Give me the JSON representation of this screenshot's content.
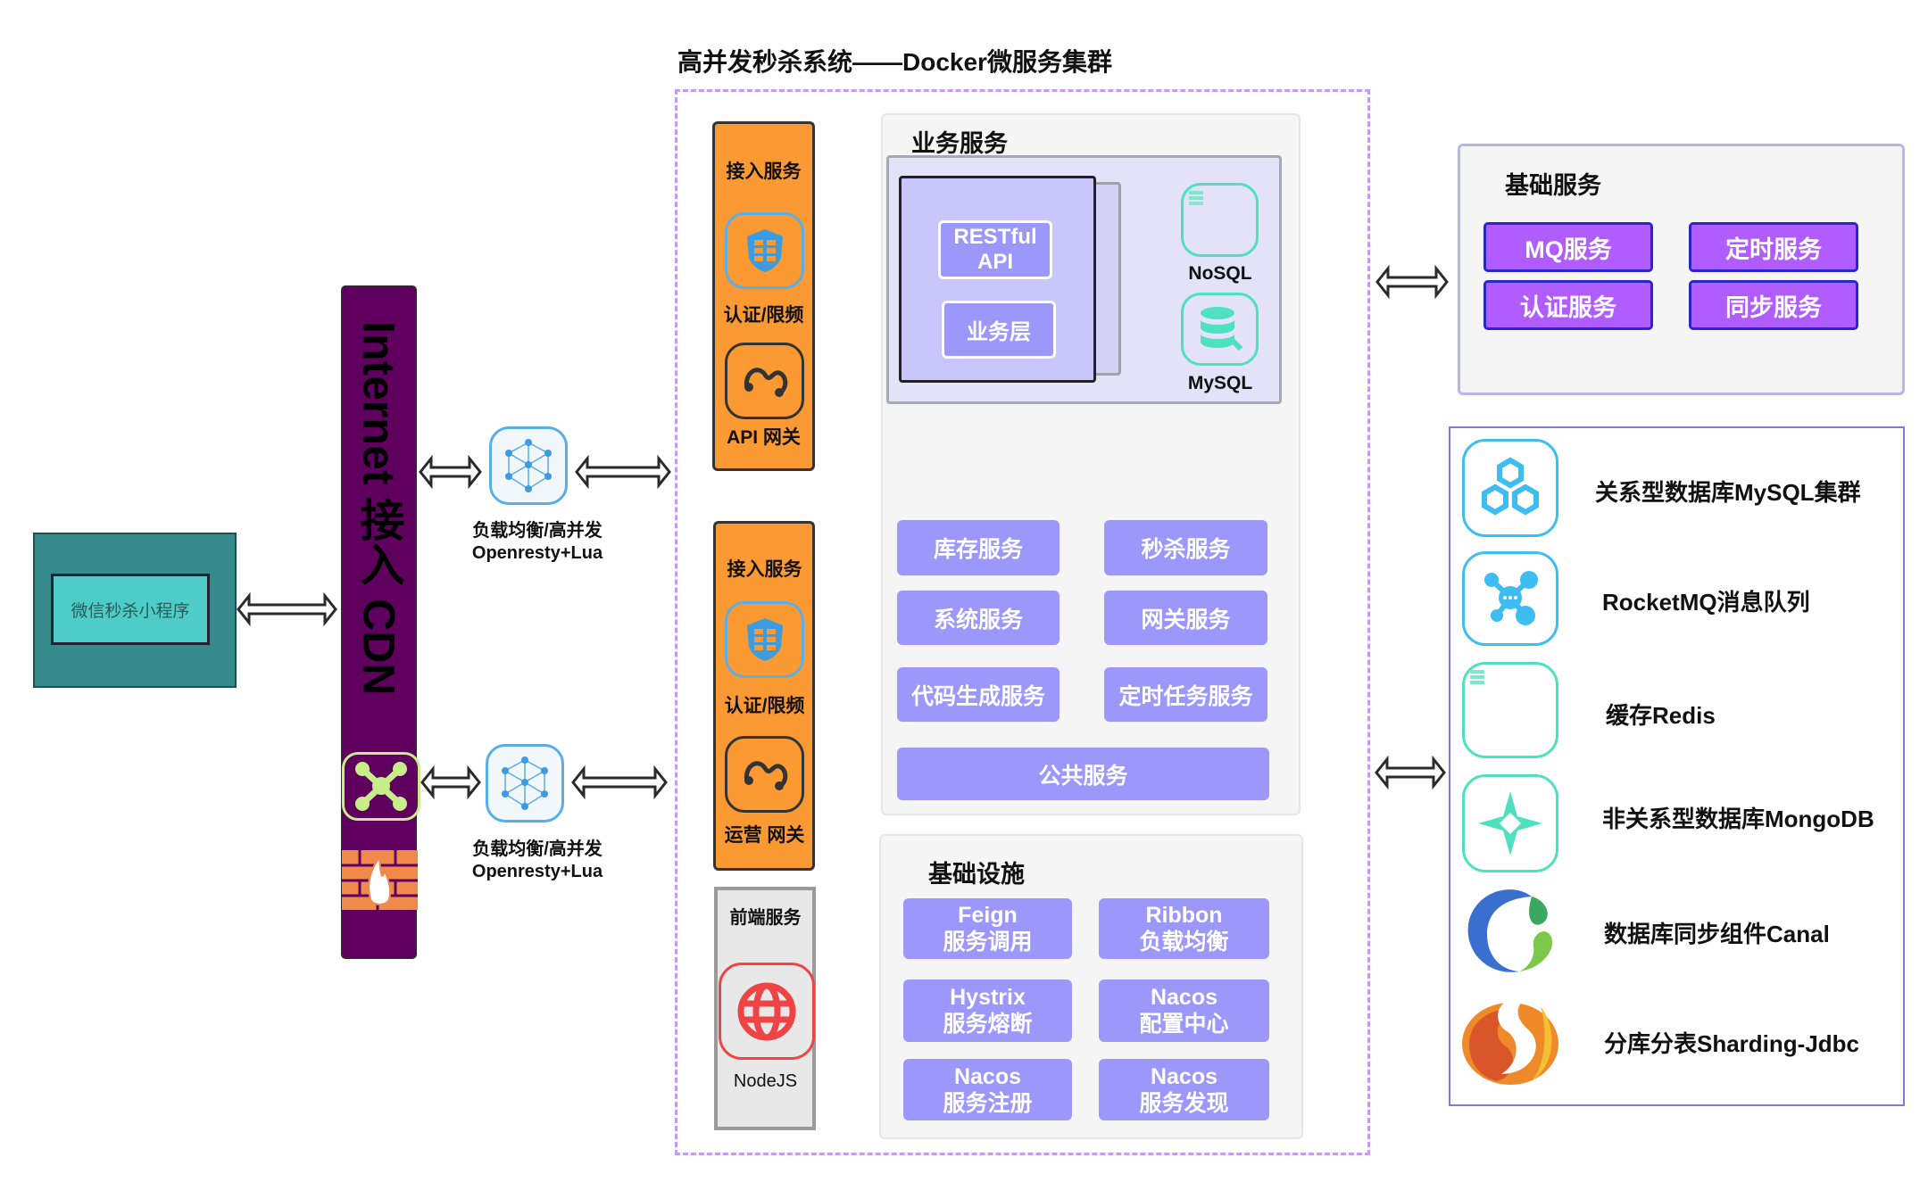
{
  "title": "高并发秒杀系统——Docker微服务集群",
  "client": {
    "label": "微信秒杀小程序"
  },
  "cdn": {
    "label": "Internet 接入 CDN"
  },
  "load_balancers": [
    {
      "line1": "负载均衡/高并发",
      "line2": "Openresty+Lua"
    },
    {
      "line1": "负载均衡/高并发",
      "line2": "Openresty+Lua"
    }
  ],
  "access_columns": [
    {
      "header": "接入服务",
      "auth_label": "认证/限频",
      "gateway_label": "API 网关"
    },
    {
      "header": "接入服务",
      "auth_label": "认证/限频",
      "gateway_label": "运营 网关"
    }
  ],
  "frontend": {
    "header": "前端服务",
    "label": "NodeJS"
  },
  "business": {
    "title": "业务服务",
    "restful_line1": "RESTful",
    "restful_line2": "API",
    "layer": "业务层",
    "nosql": "NoSQL",
    "mysql": "MySQL",
    "services": [
      "库存服务",
      "秒杀服务",
      "系统服务",
      "网关服务",
      "代码生成服务",
      "定时任务服务"
    ],
    "common": "公共服务"
  },
  "infrastructure": {
    "title": "基础设施",
    "items": [
      {
        "name": "Feign",
        "sub": "服务调用"
      },
      {
        "name": "Ribbon",
        "sub": "负载均衡"
      },
      {
        "name": "Hystrix",
        "sub": "服务熔断"
      },
      {
        "name": "Nacos",
        "sub": "配置中心"
      },
      {
        "name": "Nacos",
        "sub": "服务注册"
      },
      {
        "name": "Nacos",
        "sub": "服务发现"
      }
    ]
  },
  "base_services": {
    "title": "基础服务",
    "items": [
      "MQ服务",
      "定时服务",
      "认证服务",
      "同步服务"
    ]
  },
  "tech_stack": [
    {
      "label": "关系型数据库MySQL集群",
      "icon": "hexagons-icon"
    },
    {
      "label": "RocketMQ消息队列",
      "icon": "message-queue-icon"
    },
    {
      "label": "缓存Redis",
      "icon": "redis-icon"
    },
    {
      "label": "非关系型数据库MongoDB",
      "icon": "mongodb-icon"
    },
    {
      "label": "数据库同步组件Canal",
      "icon": "canal-logo-icon"
    },
    {
      "label": "分库分表Sharding-Jdbc",
      "icon": "sharding-logo-icon"
    }
  ],
  "colors": {
    "cdn": "#5f005f",
    "access": "#fb9a33",
    "service": "#9b97fb",
    "base_service": "#b15cff",
    "client": "#358b8b"
  }
}
